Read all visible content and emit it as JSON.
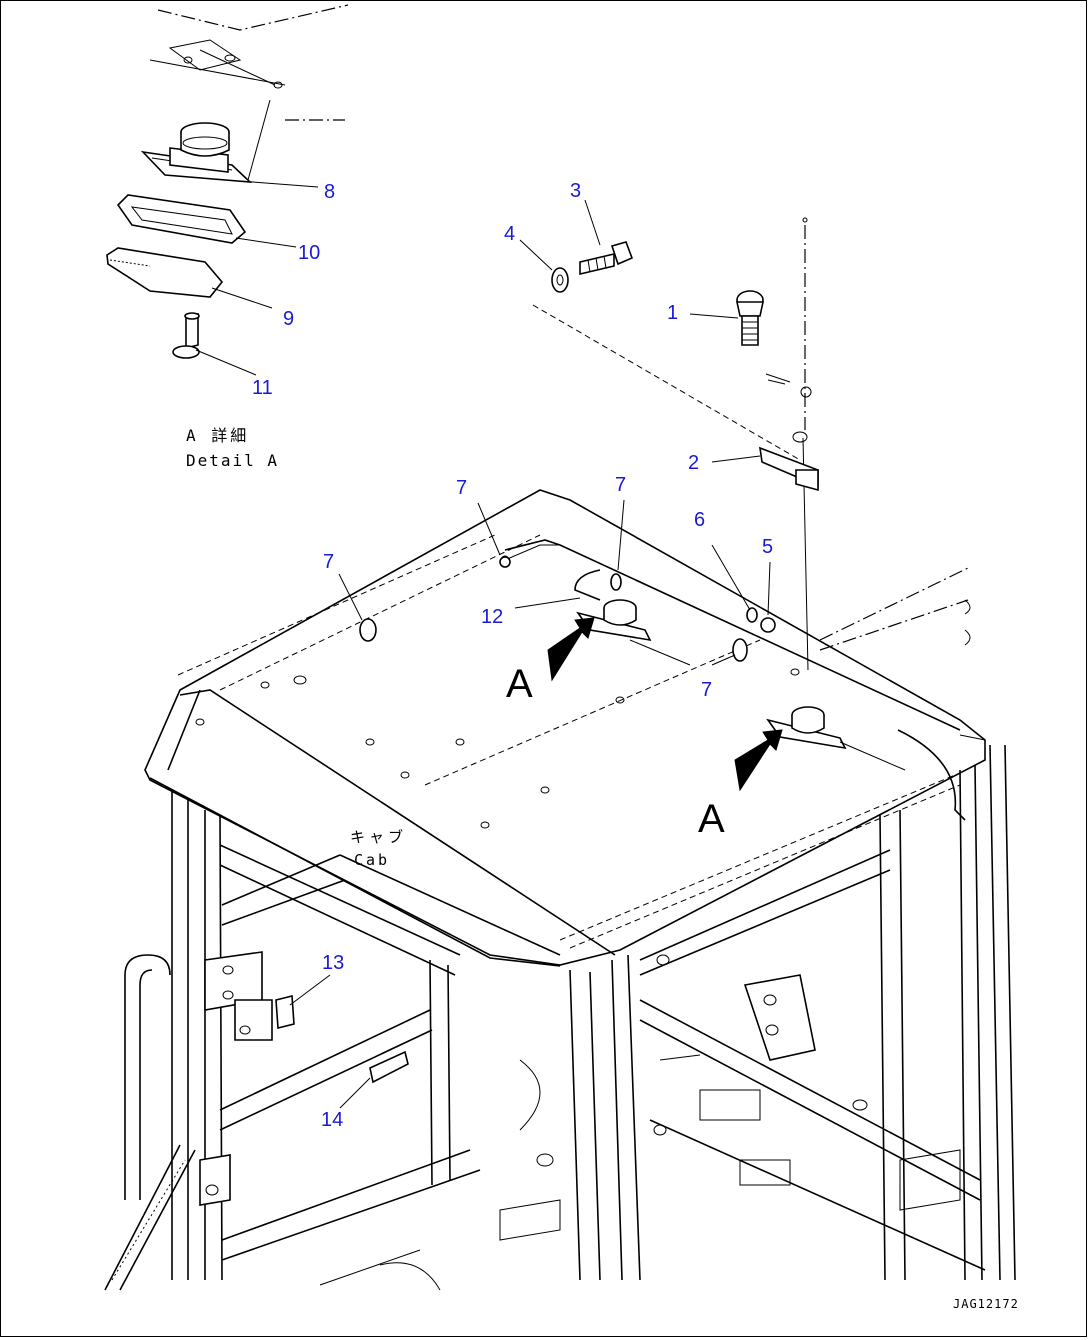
{
  "callouts": {
    "c1": "1",
    "c2": "2",
    "c3": "3",
    "c4": "4",
    "c5": "5",
    "c6": "6",
    "c7a": "7",
    "c7b": "7",
    "c7c": "7",
    "c7d": "7",
    "c8": "8",
    "c9": "9",
    "c10": "10",
    "c11": "11",
    "c12": "12",
    "c13": "13",
    "c14": "14"
  },
  "detail": {
    "jp": "A 詳細",
    "en": "Detail A"
  },
  "view_markers": {
    "a1": "A",
    "a2": "A"
  },
  "cab": {
    "jp": "キャブ",
    "en": "Cab"
  },
  "drawing_code": "JAG12172",
  "colors": {
    "callout": "#1a1ad6",
    "line": "#000000"
  }
}
